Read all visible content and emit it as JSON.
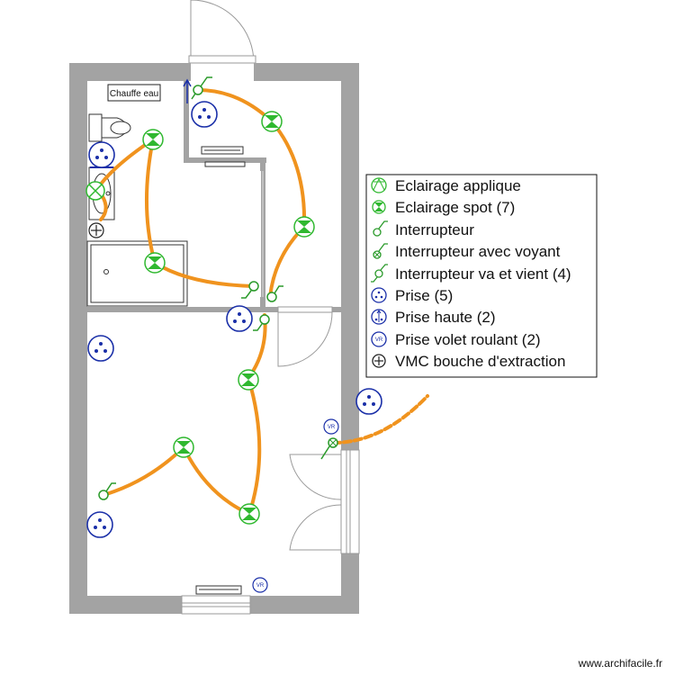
{
  "plan": {
    "labels": {
      "water_heater": "Chauffe eau"
    }
  },
  "legend": {
    "items": [
      {
        "icon": "applique-light-icon",
        "label": "Eclairage applique"
      },
      {
        "icon": "spot-light-icon",
        "label": "Eclairage spot (7)"
      },
      {
        "icon": "switch-icon",
        "label": "Interrupteur"
      },
      {
        "icon": "switch-with-indicator-icon",
        "label": "Interrupteur avec voyant"
      },
      {
        "icon": "two-way-switch-icon",
        "label": "Interrupteur va et vient (4)"
      },
      {
        "icon": "outlet-icon",
        "label": "Prise (5)"
      },
      {
        "icon": "high-outlet-icon",
        "label": "Prise haute (2)"
      },
      {
        "icon": "shutter-outlet-icon",
        "label": "Prise volet roulant (2)",
        "symbol_text": "VR"
      },
      {
        "icon": "vmc-extraction-icon",
        "label": "VMC bouche d'extraction"
      }
    ]
  },
  "footer": {
    "credit": "www.archifacile.fr"
  },
  "colors": {
    "wall": "#a3a3a3",
    "wire": "#f0931e",
    "spot": "#2fb82f",
    "switch": "#2a9a2a",
    "outlet": "#1a2fa8"
  }
}
